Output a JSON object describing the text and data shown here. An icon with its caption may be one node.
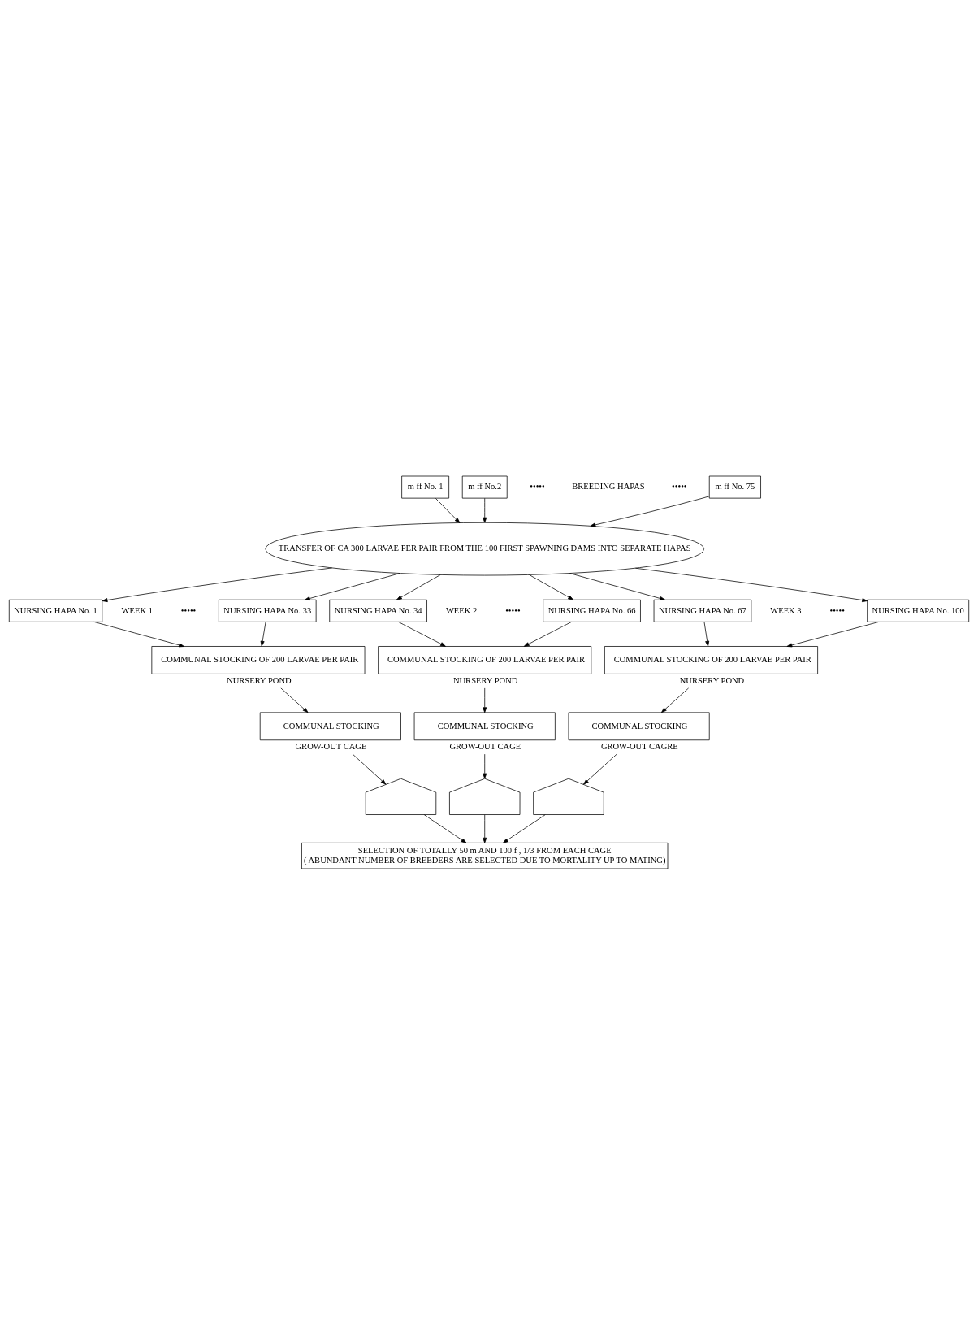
{
  "diagram": {
    "nodes": [
      {
        "text": [
          "m ff No. 1"
        ]
      },
      {
        "text": [
          "m ff No.2"
        ]
      },
      {
        "text": [
          "m ff No. 75"
        ]
      },
      {
        "text": [
          "TRANSFER OF CA 300 LARVAE PER PAIR FROM THE 100 FIRST SPAWNING DAMS INTO SEPARATE HAPAS"
        ]
      },
      {
        "text": [
          "NURSING HAPA No. 1"
        ]
      },
      {
        "text": [
          "NURSING HAPA No. 33"
        ]
      },
      {
        "text": [
          "NURSING HAPA No. 34"
        ]
      },
      {
        "text": [
          "NURSING HAPA No. 66"
        ]
      },
      {
        "text": [
          "NURSING HAPA No. 67"
        ]
      },
      {
        "text": [
          "NURSING HAPA No. 100"
        ]
      },
      {
        "text": [
          "COMMUNAL STOCKING OF 200 LARVAE PER PAIR"
        ],
        "beside": [
          "NURSERY POND"
        ]
      },
      {
        "text": [
          "COMMUNAL STOCKING OF 200 LARVAE PER PAIR"
        ],
        "beside": [
          "NURSERY POND"
        ]
      },
      {
        "text": [
          "COMMUNAL STOCKING OF 200 LARVAE PER PAIR"
        ],
        "beside": [
          "NURSERY POND"
        ]
      },
      {
        "text": [
          "COMMUNAL STOCKING"
        ],
        "beside": [
          "GROW-OUT CAGE"
        ]
      },
      {
        "text": [
          "COMMUNAL STOCKING"
        ],
        "beside": [
          "GROW-OUT CAGE"
        ]
      },
      {
        "text": [
          "COMMUNAL STOCKING"
        ],
        "beside": [
          "GROW-OUT CAGRE"
        ]
      },
      {
        "text": [],
        "shape": "curve"
      },
      {
        "text": [],
        "shape": "curve"
      },
      {
        "text": [],
        "shape": "curve"
      },
      {
        "text": [
          "SELECTION OF TOTALLY 50 m AND 100 f , 1/3 FROM EACH CAGE",
          "( ABUNDANT NUMBER OF BREEDERS ARE SELECTED DUE TO MORTALITY UP TO MATING)"
        ]
      }
    ],
    "edges": [
      {
        "from": 0,
        "to": 3,
        "arrow": "to"
      },
      {
        "from": 1,
        "to": 3,
        "arrow": "to"
      },
      {
        "from": 2,
        "to": 3,
        "arrow": "to"
      },
      {
        "from": 3,
        "to": 4,
        "arrow": "to"
      },
      {
        "from": 3,
        "to": 5,
        "arrow": "to"
      },
      {
        "from": 3,
        "to": 6,
        "arrow": "to"
      },
      {
        "from": 3,
        "to": 7,
        "arrow": "to"
      },
      {
        "from": 3,
        "to": 8,
        "arrow": "to"
      },
      {
        "from": 3,
        "to": 9,
        "arrow": "to"
      },
      {
        "from": 4,
        "to": 10,
        "arrow": "to"
      },
      {
        "from": 5,
        "to": 10,
        "arrow": "to"
      },
      {
        "from": 6,
        "to": 11,
        "arrow": "to"
      },
      {
        "from": 7,
        "to": 11,
        "arrow": "to"
      },
      {
        "from": 8,
        "to": 12,
        "arrow": "to"
      },
      {
        "from": 9,
        "to": 12,
        "arrow": "to"
      },
      {
        "from": 10,
        "to": 13,
        "arrow": "to"
      },
      {
        "from": 11,
        "to": 14,
        "arrow": "to"
      },
      {
        "from": 12,
        "to": 15,
        "arrow": "to"
      },
      {
        "from": 13,
        "to": 16,
        "arrow": "to"
      },
      {
        "from": 14,
        "to": 17,
        "arrow": "to"
      },
      {
        "from": 15,
        "to": 18,
        "arrow": "to"
      },
      {
        "from": 16,
        "to": 19,
        "arrow": "to"
      },
      {
        "from": 17,
        "to": 19,
        "arrow": "to"
      },
      {
        "from": 18,
        "to": 19,
        "arrow": "to"
      }
    ],
    "labels": [
      "•••••",
      "BREEDING HAPAS",
      "•••••",
      "WEEK 1",
      "•••••",
      "WEEK 2",
      "•••••",
      "WEEK 3",
      "•••••"
    ]
  }
}
